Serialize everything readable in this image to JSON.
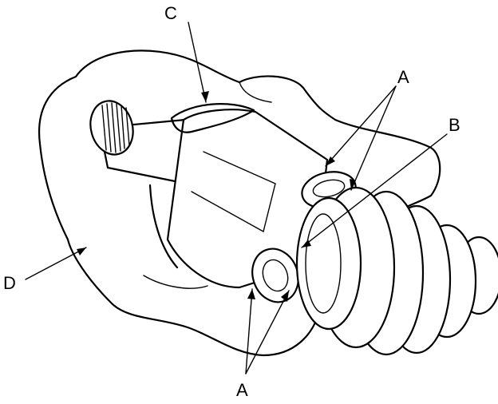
{
  "labels": {
    "a_top": "A",
    "a_bottom": "A",
    "b": "B",
    "c": "C",
    "d": "D"
  }
}
